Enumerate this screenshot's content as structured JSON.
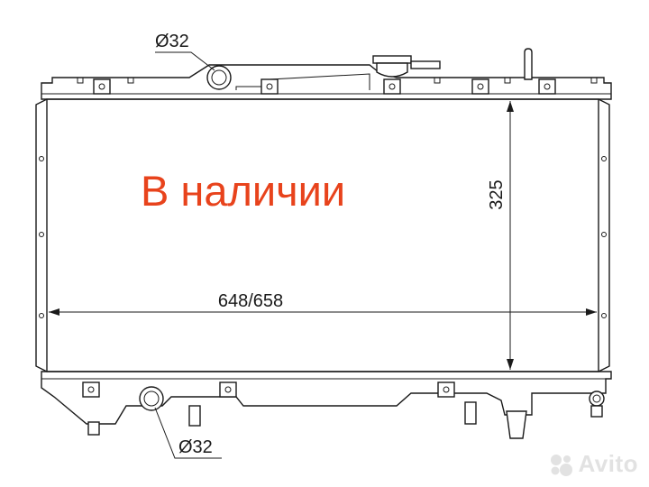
{
  "dimensions": {
    "inlet_diameter": "Ø32",
    "outlet_diameter": "Ø32",
    "core_width": "648/658",
    "core_height": "325"
  },
  "overlay": {
    "availability": "В наличии"
  },
  "watermark": {
    "brand": "Avito",
    "icon": "avito-dots-icon"
  },
  "colors": {
    "availability_text": "#e8431c",
    "drawing_line": "#1a1a1a",
    "watermark": "#e2e2e2"
  }
}
